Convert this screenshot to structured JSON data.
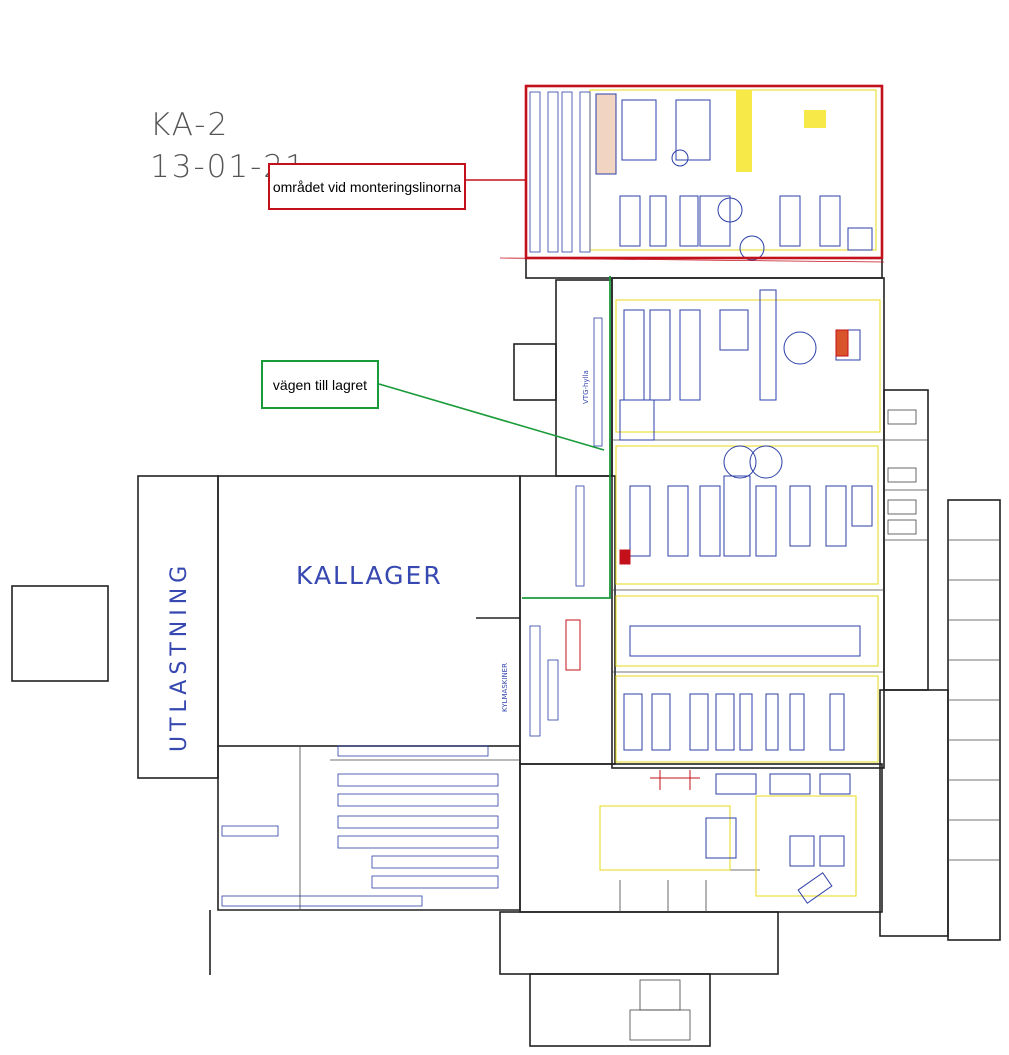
{
  "drawing": {
    "code": "KA-2",
    "date": "13-01-21"
  },
  "callouts": {
    "assembly_area": "området vid monteringslinorna",
    "warehouse_route": "vägen till lagret"
  },
  "areas": {
    "utlastning": "UTLASTNING",
    "kallager": "KALLAGER",
    "kylmaskiner": "KYLMASKINER",
    "vtg_hylla": "VTG-hylla"
  },
  "colors": {
    "wall": "#222222",
    "machine": "#2b3fa8",
    "zone": "#ece33a",
    "assembly_callout": "#c3101b",
    "route_callout": "#1a9b3a",
    "area_label": "#3748b0",
    "highlight_fill": "#f7e948"
  }
}
